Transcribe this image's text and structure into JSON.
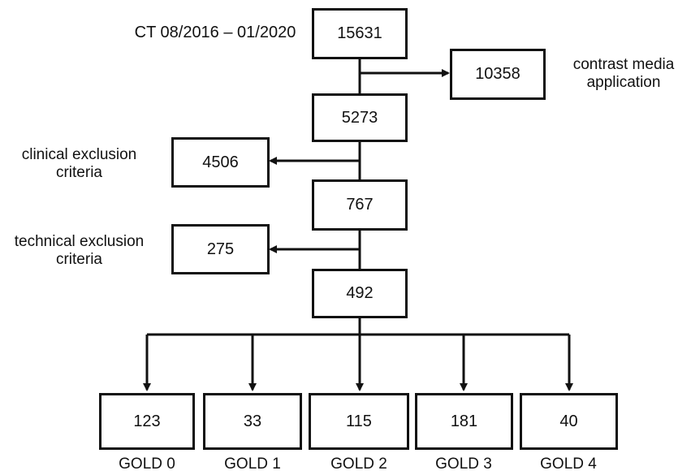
{
  "period_label": "CT 08/2016 – 01/2020",
  "main_flow": {
    "total": "15631",
    "after_contrast": "5273",
    "after_clinical": "767",
    "final": "492"
  },
  "exclusions": {
    "contrast": {
      "value": "10358",
      "label_line1": "contrast media",
      "label_line2": "application"
    },
    "clinical": {
      "value": "4506",
      "label_line1": "clinical exclusion",
      "label_line2": "criteria"
    },
    "technical": {
      "value": "275",
      "label_line1": "technical exclusion",
      "label_line2": "criteria"
    }
  },
  "gold_groups": [
    {
      "label": "GOLD 0",
      "value": "123"
    },
    {
      "label": "GOLD 1",
      "value": "33"
    },
    {
      "label": "GOLD 2",
      "value": "115"
    },
    {
      "label": "GOLD 3",
      "value": "181"
    },
    {
      "label": "GOLD 4",
      "value": "40"
    }
  ]
}
